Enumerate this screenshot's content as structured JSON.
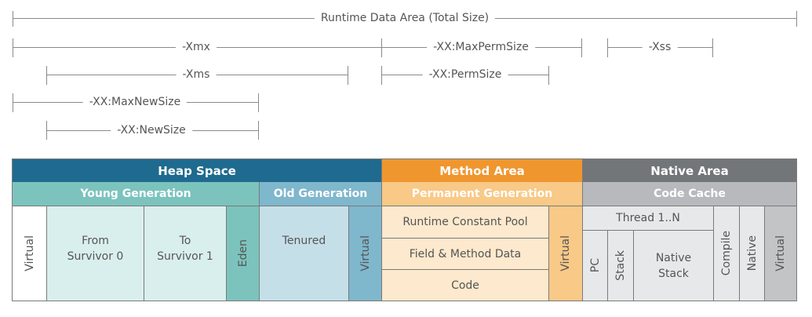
{
  "dimensions": {
    "runtime": "Runtime Data Area (Total Size)",
    "xmx": "-Xmx",
    "maxpermsize": "-XX:MaxPermSize",
    "xss": "-Xss",
    "xms": "-Xms",
    "permsize": "-XX:PermSize",
    "maxnewsize": "-XX:MaxNewSize",
    "newsize": "-XX:NewSize"
  },
  "areas": {
    "heap": "Heap Space",
    "method": "Method Area",
    "native": "Native Area"
  },
  "subareas": {
    "young": "Young Generation",
    "old": "Old Generation",
    "permanent": "Permanent Generation",
    "codecache": "Code Cache"
  },
  "cells": {
    "virtual": "Virtual",
    "from_survivor": "From\nSurvivor 0",
    "to_survivor": "To\nSurvivor 1",
    "eden": "Eden",
    "tenured": "Tenured",
    "runtime_constant_pool": "Runtime Constant Pool",
    "field_method_data": "Field & Method Data",
    "code": "Code",
    "thread": "Thread 1..N",
    "pc": "PC",
    "stack": "Stack",
    "native_stack": "Native\nStack",
    "compile": "Compile",
    "native": "Native"
  },
  "colors": {
    "heap": "#1f6a8f",
    "young": "#7cc3bd",
    "old": "#7fb7cd",
    "method": "#f0962f",
    "permanent": "#f8c987",
    "native": "#737679",
    "codecache": "#b7b9bc",
    "young_cell": "#d9efed",
    "eden": "#7cc3bd",
    "tenured": "#c5dfe8",
    "old_virtual": "#7fb7cd",
    "perm_cell": "#fde9cd",
    "perm_virtual": "#f8c987",
    "native_cell": "#e7e8e9",
    "native_virtual": "#c2c4c6"
  }
}
